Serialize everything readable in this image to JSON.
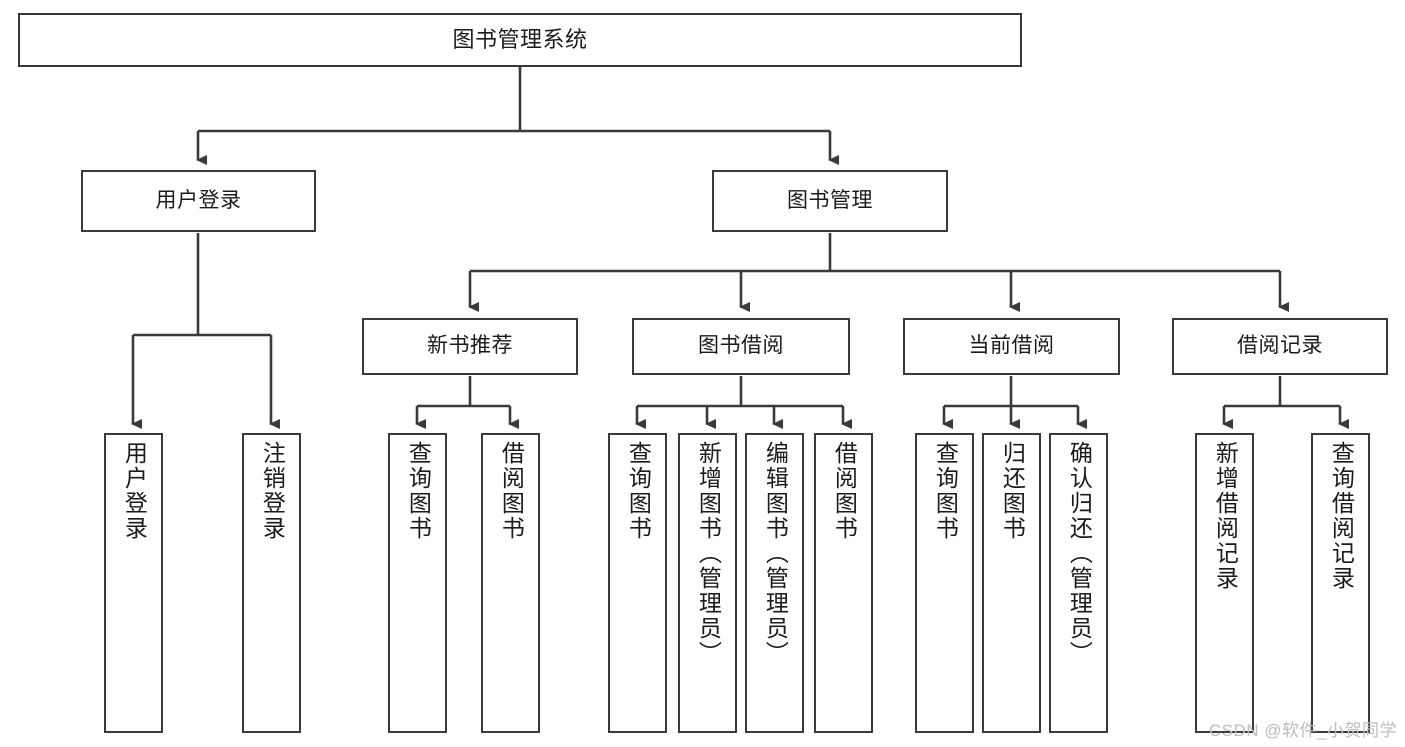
{
  "diagram": {
    "title": "图书管理系统",
    "type": "tree-hierarchy",
    "root": {
      "label": "图书管理系统"
    },
    "level2": [
      {
        "label": "用户登录"
      },
      {
        "label": "图书管理"
      }
    ],
    "level3": [
      {
        "label": "新书推荐"
      },
      {
        "label": "图书借阅"
      },
      {
        "label": "当前借阅"
      },
      {
        "label": "借阅记录"
      }
    ],
    "leaves": {
      "user_login": [
        {
          "label": "用户登录"
        },
        {
          "label": "注销登录"
        }
      ],
      "new_book_recommend": [
        {
          "label": "查询图书"
        },
        {
          "label": "借阅图书"
        }
      ],
      "book_borrow": [
        {
          "label": "查询图书"
        },
        {
          "label": "新增图书（管理员）"
        },
        {
          "label": "编辑图书（管理员）"
        },
        {
          "label": "借阅图书"
        }
      ],
      "current_borrow": [
        {
          "label": "查询图书"
        },
        {
          "label": "归还图书"
        },
        {
          "label": "确认归还（管理员）"
        }
      ],
      "borrow_record": [
        {
          "label": "新增借阅记录"
        },
        {
          "label": "查询借阅记录"
        }
      ]
    }
  },
  "watermark": {
    "text": "CSDN @软件_小贺同学"
  },
  "colors": {
    "border": "#3a3a3a",
    "text": "#1b1b1b",
    "background": "#ffffff",
    "watermark": "#bdbdbd"
  }
}
